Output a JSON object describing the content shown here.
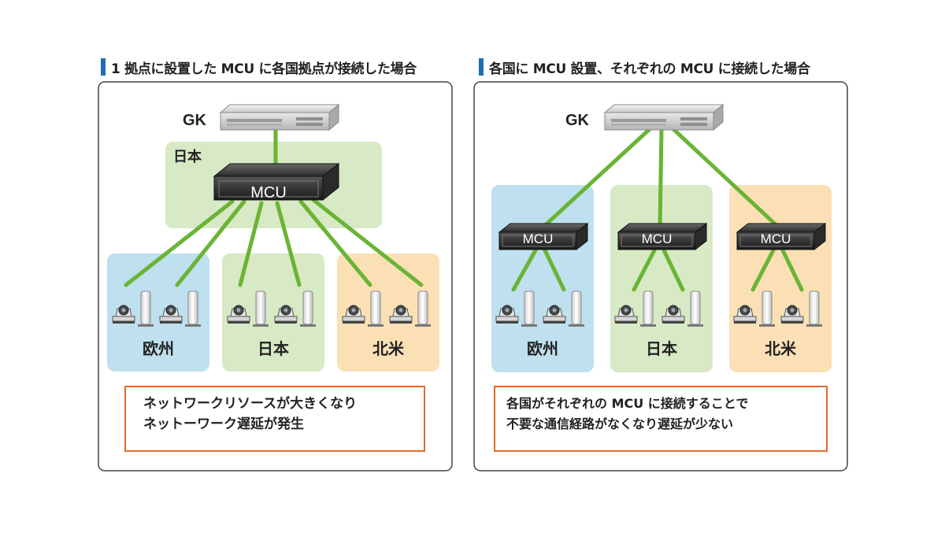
{
  "panels": [
    {
      "heading": "1 拠点に設置した MCU に各国拠点が接続した場合",
      "gk_label": "GK",
      "hub_region": "日本",
      "mcu_label": "MCU",
      "regions": [
        "欧州",
        "日本",
        "北米"
      ],
      "note_lines": [
        "ネットワークリソースが大きくなり",
        "ネットーワーク遅延が発生"
      ]
    },
    {
      "heading": "各国に MCU 設置、それぞれの MCU に接続した場合",
      "gk_label": "GK",
      "mcu_label": "MCU",
      "regions": [
        "欧州",
        "日本",
        "北米"
      ],
      "note_lines": [
        "各国がそれぞれの MCU に接続することで",
        "不要な通信経路がなくなり遅延が少ない"
      ]
    }
  ],
  "colors": {
    "heading_bar": "#1f6db5",
    "link": "#6ab435",
    "region_blue": "#bfe0ee",
    "region_green": "#d8e9c5",
    "region_orange": "#fbe0b5",
    "note_border": "#e06a2b"
  }
}
